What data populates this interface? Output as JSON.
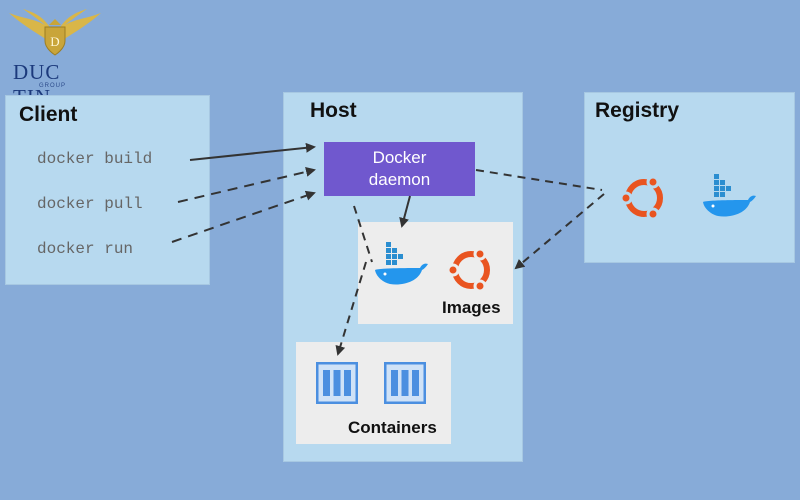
{
  "logo": {
    "name": "DUC TIN",
    "sub": "GROUP"
  },
  "client": {
    "title": "Client",
    "commands": [
      "docker build",
      "docker pull",
      "docker run"
    ]
  },
  "host": {
    "title": "Host",
    "daemon": {
      "line1": "Docker",
      "line2": "daemon"
    },
    "images_label": "Images",
    "containers_label": "Containers"
  },
  "registry": {
    "title": "Registry"
  },
  "icons": {
    "ubuntu": "ubuntu-logo-icon",
    "docker": "docker-whale-icon",
    "container": "container-icon"
  },
  "colors": {
    "background": "#87abd8",
    "panel": "#b7d9ef",
    "daemon": "#7058ce",
    "ubuntu": "#e95420",
    "docker": "#2496ed",
    "container": "#4b8fe0"
  }
}
